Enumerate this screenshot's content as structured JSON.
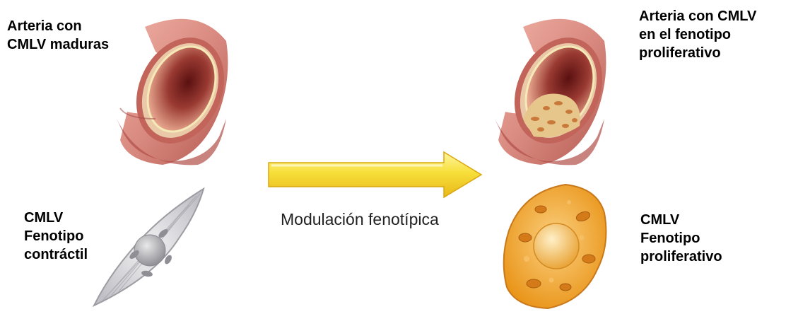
{
  "labels": {
    "top_left": [
      "Arteria con",
      "CMLV maduras"
    ],
    "bottom_left": [
      "CMLV",
      "Fenotipo",
      "contráctil"
    ],
    "top_right": [
      "Arteria con CMLV",
      "en el fenotipo",
      "proliferativo"
    ],
    "bottom_right": [
      "CMLV",
      "Fenotipo",
      "proliferativo"
    ],
    "arrow_caption": "Modulación fenotípica"
  },
  "colors": {
    "artery_outer": "#d98a80",
    "artery_wall": "#c86a60",
    "artery_lumen": "#8a2a26",
    "contractile_cell": "#d8d8dc",
    "proliferative_cell": "#f2a830",
    "arrow": "#f3d51f"
  }
}
